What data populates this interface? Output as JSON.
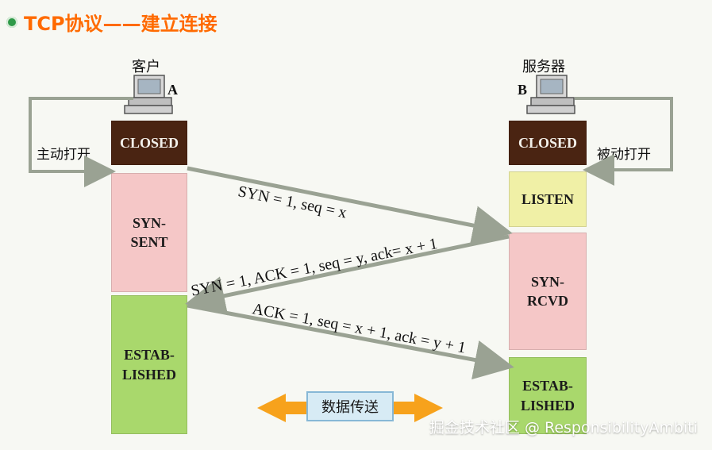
{
  "title": "TCP协议——建立连接",
  "client": {
    "label": "客户",
    "tag": "A"
  },
  "server": {
    "label": "服务器",
    "tag": "B"
  },
  "left_action": "主动打开",
  "right_action": "被动打开",
  "states": {
    "client_closed": "CLOSED",
    "client_syn_sent_1": "SYN-",
    "client_syn_sent_2": "SENT",
    "client_established_1": "ESTAB-",
    "client_established_2": "LISHED",
    "server_closed": "CLOSED",
    "server_listen": "LISTEN",
    "server_syn_rcvd_1": "SYN-",
    "server_syn_rcvd_2": "RCVD",
    "server_established_1": "ESTAB-",
    "server_established_2": "LISHED"
  },
  "messages": {
    "syn": "SYN = 1, seq = x",
    "syn_ack": "SYN = 1, ACK = 1, seq = y, ack= x + 1",
    "ack": "ACK = 1, seq = x + 1, ack = y + 1"
  },
  "data_transfer": "数据传送",
  "watermark": "掘金技术社区 @ ResponsibilityAmbiti",
  "colors": {
    "title": "#ff6a00",
    "closed": "#4a2412",
    "listen": "#f0f0a6",
    "syn_state": "#f5c7c7",
    "established": "#a9d86c",
    "arrow": "#9aa293",
    "data_arrow": "#f7a21c"
  }
}
